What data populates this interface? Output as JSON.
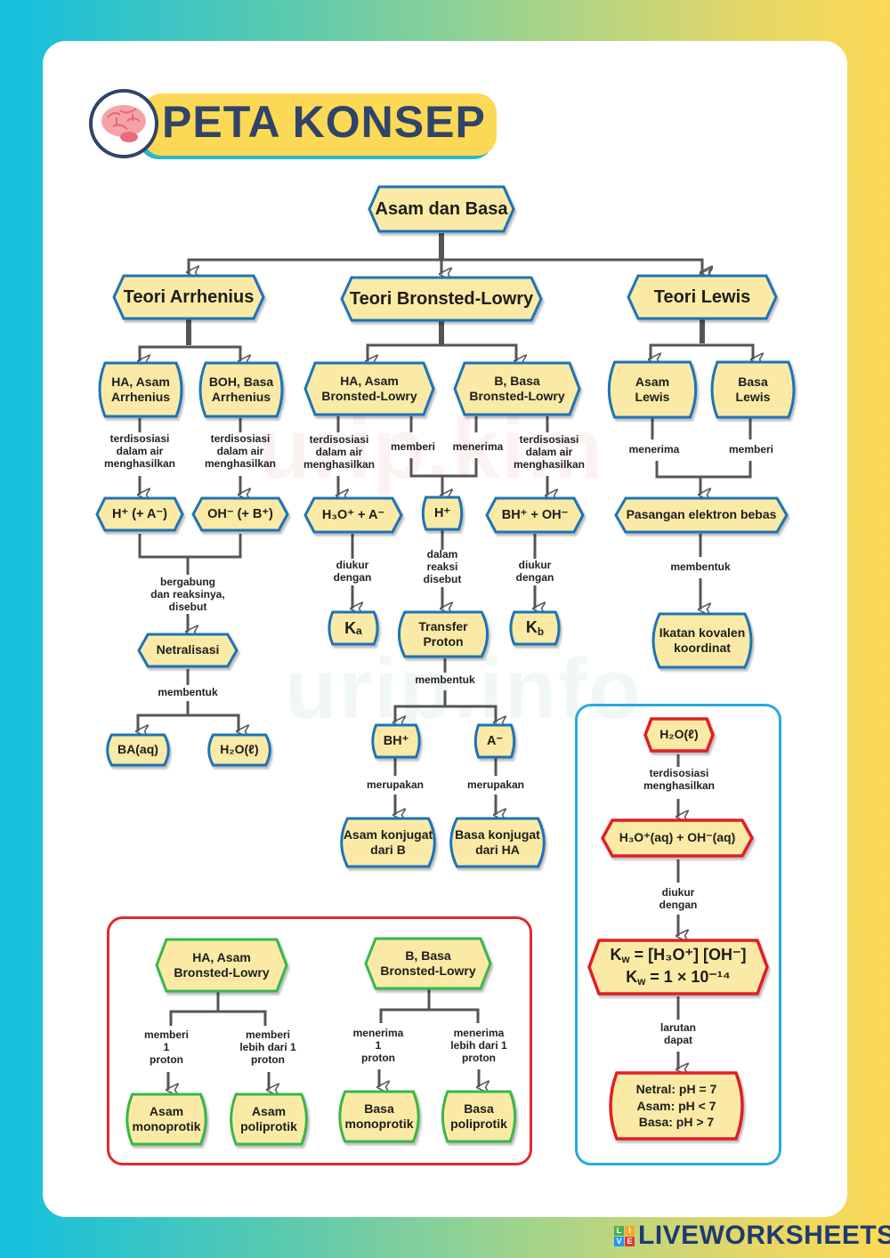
{
  "header": {
    "title": "PETA KONSEP",
    "icon": "brain-icon"
  },
  "watermark": {
    "top": "urip.kim",
    "bottom": "urip.info"
  },
  "root": "Asam dan Basa",
  "theories": {
    "arrhenius": {
      "title": "Teori Arrhenius",
      "acid": "HA, Asam\nArrhenius",
      "base": "BOH, Basa\nArrhenius",
      "acid_conn": "terdisosiasi\ndalam air\nmenghasilkan",
      "base_conn": "terdisosiasi\ndalam air\nmenghasilkan",
      "acid_product": "H⁺ (+ A⁻)",
      "base_product": "OH⁻ (+ B⁺)",
      "combine_conn": "bergabung\ndan reaksinya,\ndisebut",
      "neutralization": "Netralisasi",
      "forms_conn": "membentuk",
      "salt": "BA(aq)",
      "water": "H₂O(ℓ)"
    },
    "bronsted": {
      "title": "Teori Bronsted-Lowry",
      "acid": "HA, Asam\nBronsted-Lowry",
      "base": "B, Basa\nBronsted-Lowry",
      "acid_conn": "terdisosiasi\ndalam air\nmenghasilkan",
      "give_conn": "memberi",
      "accept_conn": "menerima",
      "base_conn": "terdisosiasi\ndalam air\nmenghasilkan",
      "acid_product": "H₃O⁺ + A⁻",
      "proton": "H⁺",
      "base_product": "BH⁺ + OH⁻",
      "ka_conn": "diukur\ndengan",
      "reaction_conn": "dalam\nreaksi\ndisebut",
      "kb_conn": "diukur\ndengan",
      "ka": "Kₐ",
      "transfer": "Transfer\nProton",
      "kb": "K_b",
      "forms_conn": "membentuk",
      "conj_acid_species": "BH⁺",
      "conj_base_species": "A⁻",
      "is_conn_1": "merupakan",
      "is_conn_2": "merupakan",
      "conj_acid": "Asam konjugat\ndari B",
      "conj_base": "Basa konjugat\ndari HA"
    },
    "lewis": {
      "title": "Teori Lewis",
      "acid": "Asam\nLewis",
      "base": "Basa\nLewis",
      "accept_conn": "menerima",
      "give_conn": "memberi",
      "pair": "Pasangan elektron bebas",
      "forms_conn": "membentuk",
      "bond": "Ikatan kovalen\nkoordinat"
    }
  },
  "protic_box": {
    "acid": "HA, Asam\nBronsted-Lowry",
    "base": "B, Basa\nBronsted-Lowry",
    "acid_conn_1": "memberi\n1\nproton",
    "acid_conn_2": "memberi\nlebih dari 1\nproton",
    "base_conn_1": "menerima\n1\nproton",
    "base_conn_2": "menerima\nlebih dari 1\nproton",
    "mono_acid": "Asam\nmonoprotik",
    "poly_acid": "Asam\npoliprotik",
    "mono_base": "Basa\nmonoprotik",
    "poly_base": "Basa\npoliprotik"
  },
  "water_box": {
    "water": "H₂O(ℓ)",
    "conn1": "terdisosiasi\nmenghasilkan",
    "ions": "H₃O⁺(aq) + OH⁻(aq)",
    "conn2": "diukur\ndengan",
    "kw1": "K_w = [H₃O⁺] [OH⁻]",
    "kw2": "K_w = 1 × 10⁻¹⁴",
    "conn3": "larutan\ndapat",
    "ph_neutral": "Netral: pH = 7",
    "ph_acid": "Asam: pH < 7",
    "ph_base": "Basa: pH > 7"
  },
  "footer": {
    "brand": "LIVEWORKSHEETS",
    "logo_letters": [
      "L",
      "I",
      "V",
      "E"
    ]
  },
  "colors": {
    "node_fill": "#fbeaa5",
    "blue_border": "#1b74b8",
    "red_border": "#e01e26",
    "green_border": "#38b64a",
    "title_bg": "#fcd955",
    "title_text": "#2f4468"
  }
}
